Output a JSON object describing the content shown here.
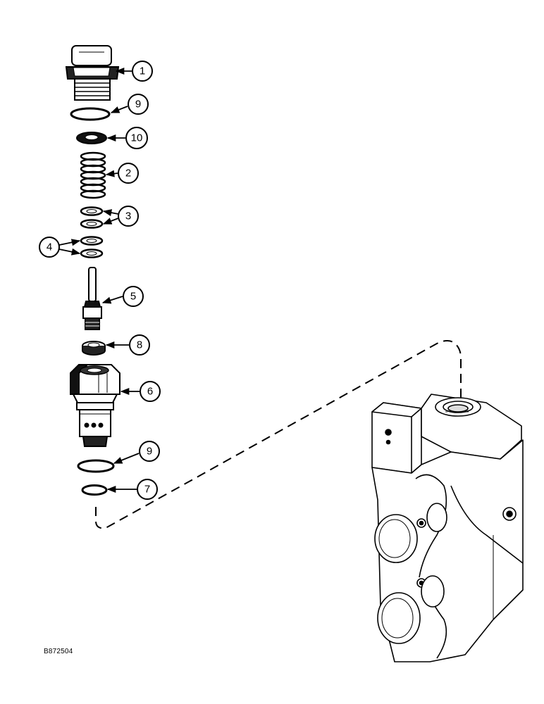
{
  "callouts": [
    "1",
    "9",
    "10",
    "2",
    "3",
    "4",
    "5",
    "8",
    "6",
    "9",
    "7"
  ],
  "drawing_number": "B872504",
  "colors": {
    "ink": "#000000",
    "paper": "#ffffff"
  }
}
